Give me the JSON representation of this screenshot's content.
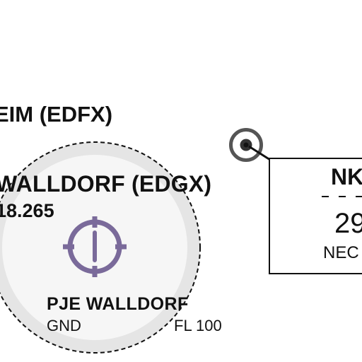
{
  "airport_top": {
    "label": "EIM (EDFX)"
  },
  "airport_main": {
    "label": "WALLDORF (EDGX)",
    "frequency": "18.265"
  },
  "parachute_jump_area": {
    "name": "PJE WALLDORF",
    "lower_limit": "GND",
    "upper_limit": "FL 100"
  },
  "navaid_box": {
    "ident": "NK",
    "frequency": "29",
    "name": "NEC"
  },
  "colors": {
    "pje_symbol": "#7a6a9a",
    "area_fill": "#e5e5e5",
    "area_inner": "#f6f6f6",
    "navaid_ring": "#555555",
    "text": "#111111"
  },
  "icons": {
    "pje_symbol": "parachute-target-icon",
    "navaid_symbol": "navaid-icon"
  }
}
